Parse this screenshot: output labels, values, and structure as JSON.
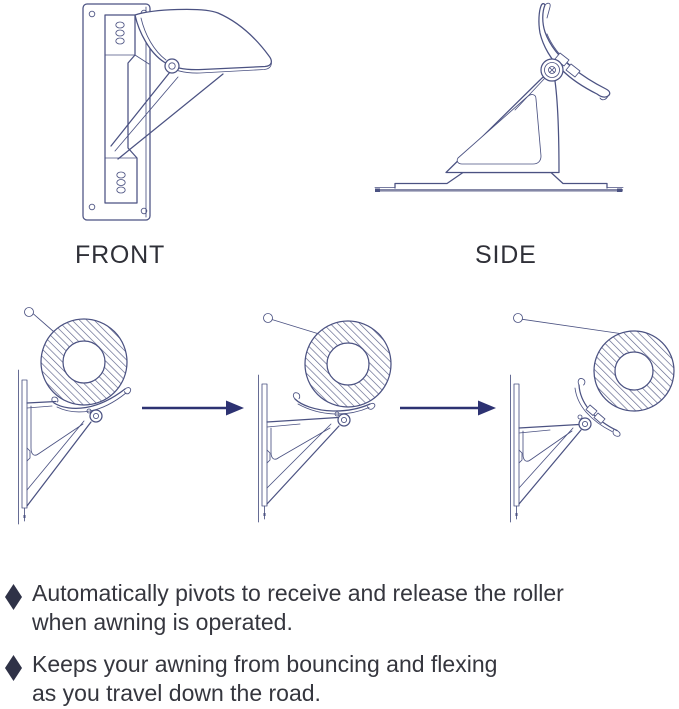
{
  "colors": {
    "line": "#4b5282",
    "hatch": "#5a6088",
    "arrow": "#2d3272",
    "text": "#35363e",
    "bullet": "#2f3247",
    "base": "#8487a6",
    "background": "#ffffff"
  },
  "views": {
    "front": {
      "label": "FRONT"
    },
    "side": {
      "label": "SIDE"
    }
  },
  "icons": {
    "diamond_bullet": "◆",
    "right_arrow": "→"
  },
  "features": {
    "items": [
      {
        "line1": "Automatically pivots to receive and release the roller",
        "line2": "when awning is operated."
      },
      {
        "line1": "Keeps your awning from bouncing and flexing",
        "line2": "as you travel down the road."
      }
    ]
  }
}
